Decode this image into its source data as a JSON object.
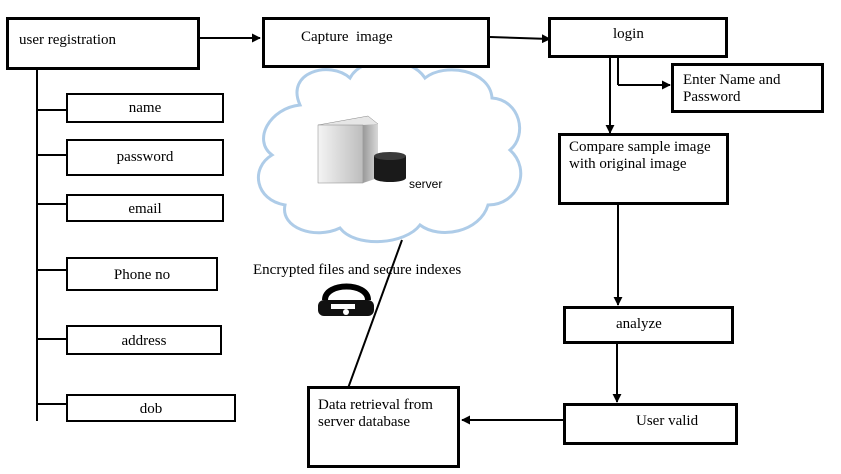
{
  "nodes": {
    "user_registration": "user registration",
    "capture_image": "Capture  image",
    "login": "login",
    "enter_name_password": "Enter Name and Password",
    "compare": "Compare sample image with original image",
    "analyze": "analyze",
    "user_valid": "User valid",
    "data_retrieval": "Data retrieval from server database"
  },
  "fields": [
    "name",
    "password",
    "email",
    "Phone no",
    "address",
    "dob"
  ],
  "cloud": {
    "server_label": "server",
    "encrypted_label": "Encrypted files and secure indexes"
  },
  "colors": {
    "cloud_stroke": "#aecce8",
    "line": "#000000"
  },
  "icons": [
    "server-tower-icon",
    "database-cylinder-icon",
    "lock-icon"
  ]
}
